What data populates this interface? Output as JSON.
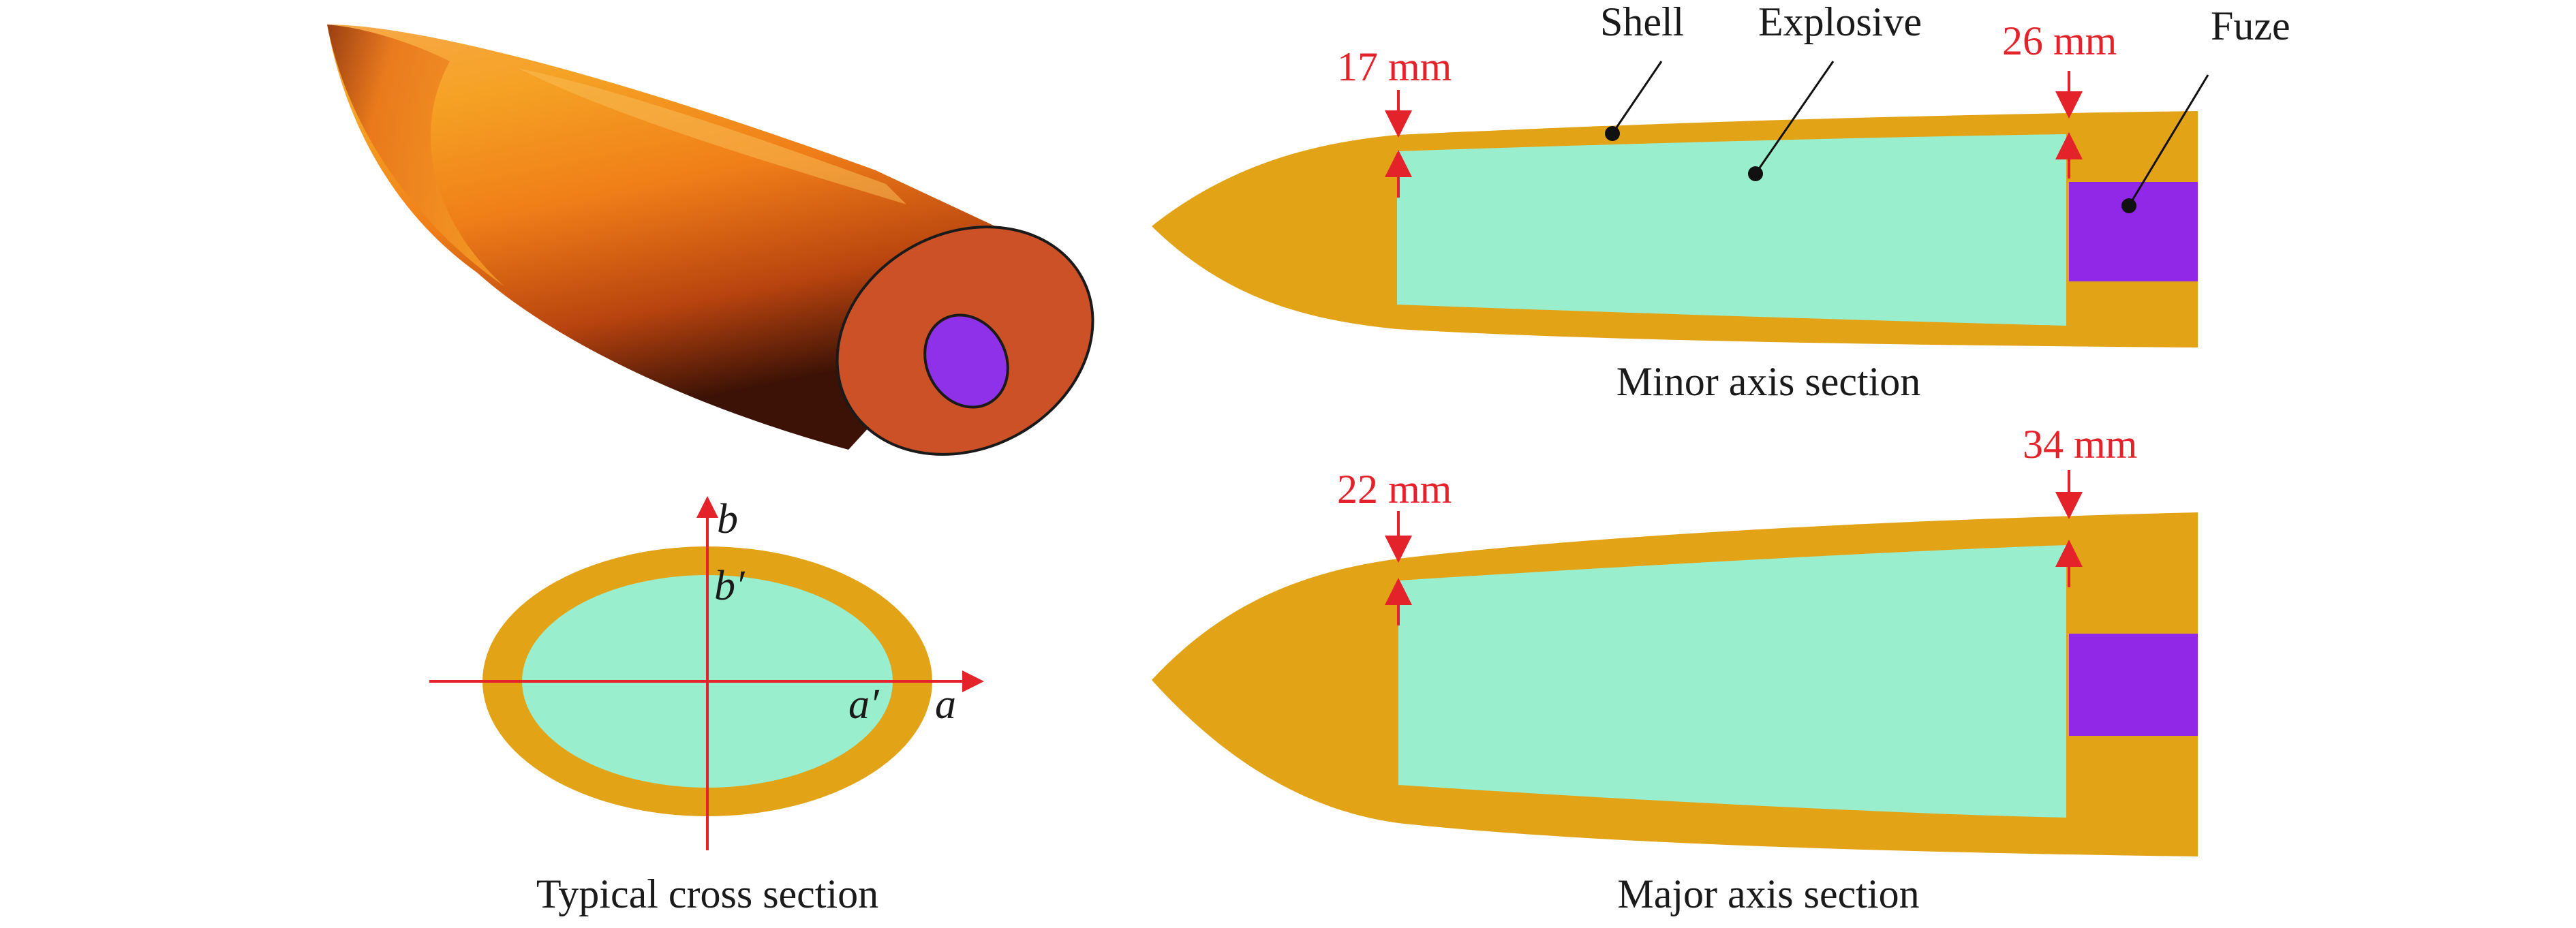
{
  "captions": {
    "typical": "Typical cross section",
    "minor": "Minor axis section",
    "major": "Major axis section"
  },
  "labels": {
    "shell": "Shell",
    "explosive": "Explosive",
    "fuze": "Fuze"
  },
  "dimensions": {
    "minor_nose": "17 mm",
    "minor_tail": "26 mm",
    "major_nose": "22 mm",
    "major_tail": "34 mm"
  },
  "axes": {
    "a": "a",
    "a_prime": "a′",
    "b": "b",
    "b_prime": "b′"
  },
  "colors": {
    "shell": "#E3A317",
    "explosive": "#98EECD",
    "fuze": "#9128E8",
    "dimension": "#E4222A",
    "projectile_body": "#F28A1A",
    "projectile_face": "#CC5127"
  }
}
